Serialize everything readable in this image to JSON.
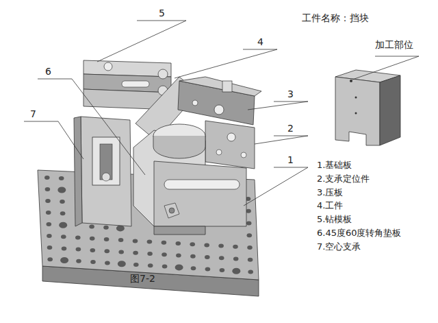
{
  "diagram": {
    "caption": "图7-2",
    "labels": [
      "工件名称：挡块",
      "加工部位",
      "5",
      "4",
      "6",
      "3",
      "7",
      "2",
      "1",
      "1.基础板",
      "2.支承定位件",
      "3.压板",
      "4.工件",
      "5.钻模板",
      "6.45度60度转角垫板",
      "7.空心支承"
    ]
  }
}
